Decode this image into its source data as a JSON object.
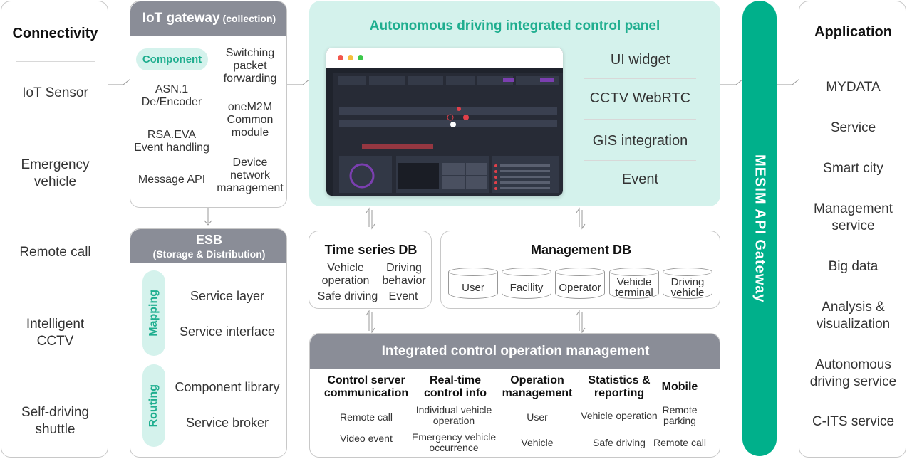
{
  "connectivity": {
    "title": "Connectivity",
    "items": [
      "IoT Sensor",
      "Emergency vehicle",
      "Remote call",
      "Intelligent CCTV",
      "Self-driving shuttle"
    ]
  },
  "iot_gateway": {
    "title": "IoT gateway",
    "subtitle": "(collection)",
    "component_label": "Component",
    "left_items": [
      "ASN.1 De/Encoder",
      "RSA.EVA Event handling",
      "Message API"
    ],
    "right_items": [
      "Switching packet forwarding",
      "oneM2M Common module",
      "Device network management"
    ]
  },
  "esb": {
    "title": "ESB",
    "subtitle": "(Storage & Distribution)",
    "mapping_label": "Mapping",
    "routing_label": "Routing",
    "mapping_items": [
      "Service layer",
      "Service interface"
    ],
    "routing_items": [
      "Component library",
      "Service broker"
    ]
  },
  "control_panel": {
    "title": "Autonomous driving integrated control panel",
    "items": [
      "UI widget",
      "CCTV WebRTC",
      "GIS integration",
      "Event"
    ]
  },
  "time_series_db": {
    "title": "Time series DB",
    "items": [
      "Vehicle operation",
      "Driving behavior",
      "Safe driving",
      "Event"
    ]
  },
  "management_db": {
    "title": "Management DB",
    "items": [
      "User",
      "Facility",
      "Operator",
      "Vehicle terminal",
      "Driving vehicle"
    ]
  },
  "operation_mgmt": {
    "title": "Integrated control operation management",
    "columns": [
      {
        "header": "Control server communication",
        "items": [
          "Remote call",
          "Video event"
        ]
      },
      {
        "header": "Real-time control info",
        "items": [
          "Individual vehicle operation",
          "Emergency vehicle occurrence"
        ]
      },
      {
        "header": "Operation management",
        "items": [
          "User",
          "Vehicle"
        ]
      },
      {
        "header": "Statistics & reporting",
        "items": [
          "Vehicle operation",
          "Safe driving"
        ]
      },
      {
        "header": "Mobile",
        "items": [
          "Remote parking",
          "Remote call"
        ]
      }
    ]
  },
  "api_gateway": {
    "label": "MESIM API Gateway"
  },
  "application": {
    "title": "Application",
    "items": [
      "MYDATA",
      "Service",
      "Smart city",
      "Management service",
      "Big data",
      "Analysis & visualization",
      "Autonomous driving service",
      "C-ITS service"
    ]
  },
  "colors": {
    "accent": "#00b08b",
    "accent_light": "#d4f2ec",
    "header_grey": "#8a8d97",
    "dashboard_dark": "#2b303c"
  }
}
